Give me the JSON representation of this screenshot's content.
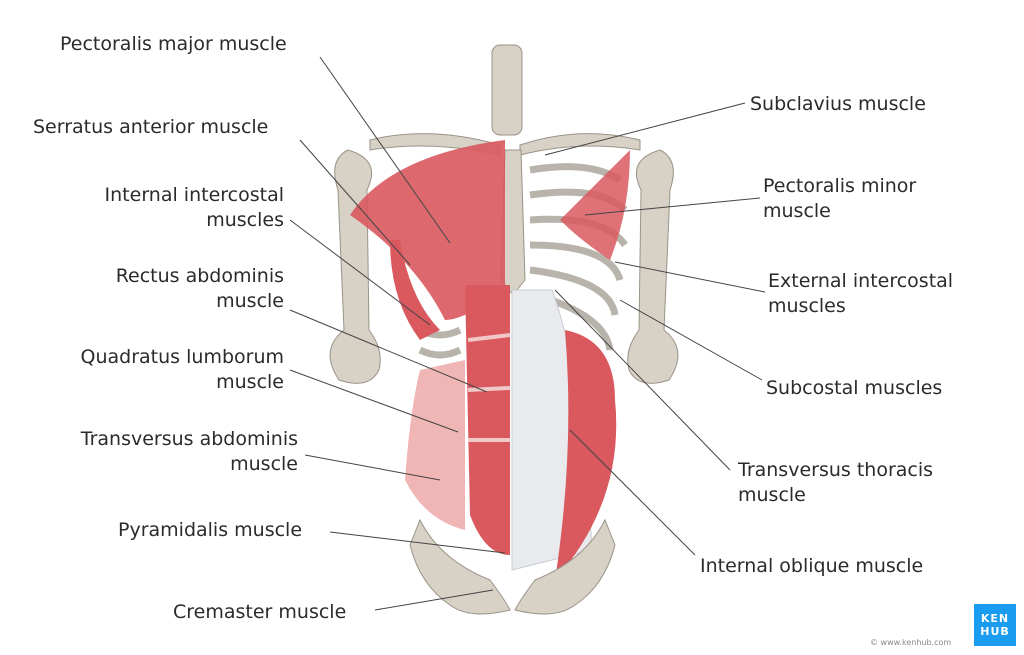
{
  "labels_left": [
    {
      "line1": "Pectoralis major muscle",
      "line2": ""
    },
    {
      "line1": "Serratus anterior muscle",
      "line2": ""
    },
    {
      "line1": "Internal intercostal",
      "line2": "muscles"
    },
    {
      "line1": "Rectus abdominis",
      "line2": "muscle"
    },
    {
      "line1": "Quadratus lumborum",
      "line2": "muscle"
    },
    {
      "line1": "Transversus abdominis",
      "line2": "muscle"
    },
    {
      "line1": "Pyramidalis muscle",
      "line2": ""
    },
    {
      "line1": "Cremaster muscle",
      "line2": ""
    }
  ],
  "labels_right": [
    {
      "line1": "Subclavius muscle",
      "line2": ""
    },
    {
      "line1": "Pectoralis minor",
      "line2": "muscle"
    },
    {
      "line1": "External intercostal",
      "line2": "muscles"
    },
    {
      "line1": "Subcostal muscles",
      "line2": ""
    },
    {
      "line1": "Transversus thoracis",
      "line2": "muscle"
    },
    {
      "line1": "Internal oblique muscle",
      "line2": ""
    }
  ],
  "logo": {
    "line1": "KEN",
    "line2": "HUB"
  },
  "copyright": "© www.kenhub.com",
  "colors": {
    "muscle": "#d9595f",
    "bone": "#d8d2c6",
    "fascia": "#e8eaee",
    "brand": "#1a9cf0",
    "leader": "#444444"
  }
}
